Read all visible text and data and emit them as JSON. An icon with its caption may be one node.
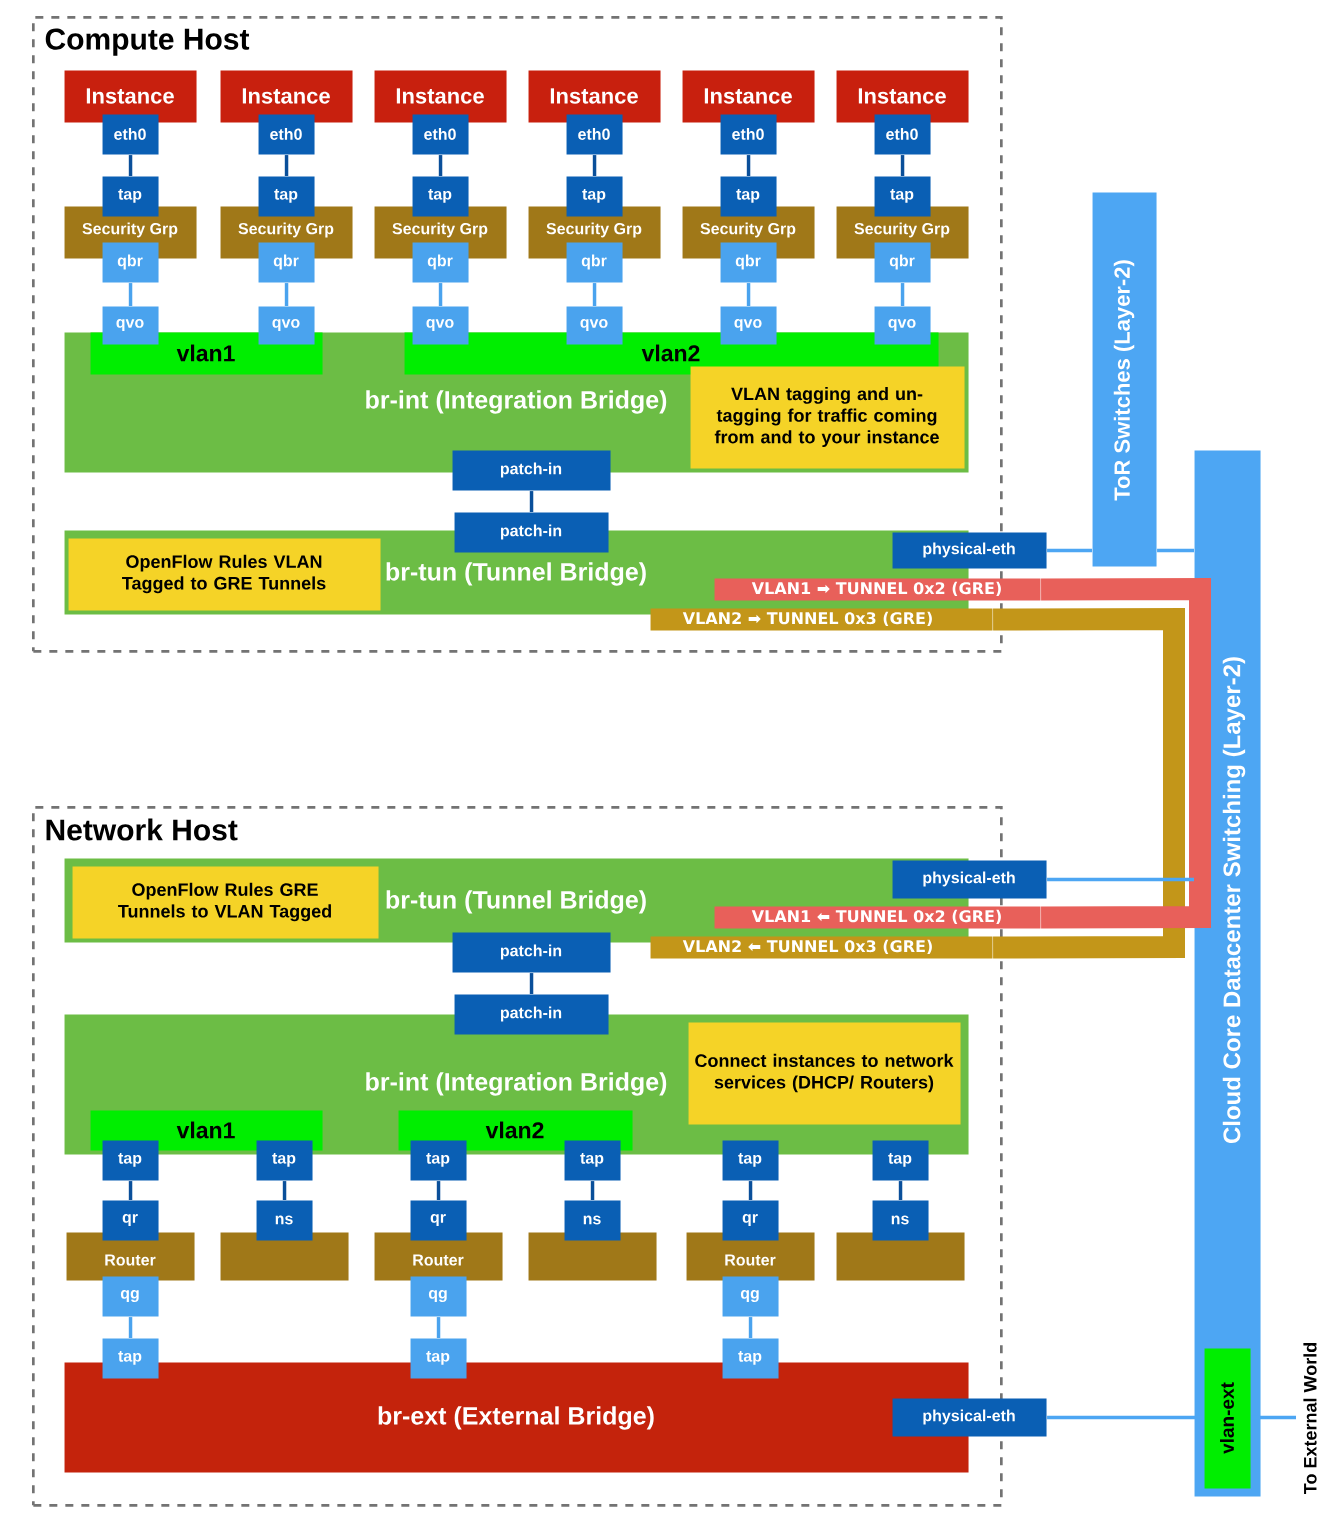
{
  "diagram": {
    "nodes": [
      {
        "text": [
          "Compute Host"
        ]
      },
      {
        "text": [
          "Instance"
        ],
        "in": 0
      },
      {
        "text": [
          "Instance"
        ],
        "in": 0
      },
      {
        "text": [
          "Instance"
        ],
        "in": 0
      },
      {
        "text": [
          "Instance"
        ],
        "in": 0
      },
      {
        "text": [
          "Instance"
        ],
        "in": 0
      },
      {
        "text": [
          "Instance"
        ],
        "in": 0
      },
      {
        "text": [
          "eth0"
        ],
        "in": 0
      },
      {
        "text": [
          "eth0"
        ],
        "in": 0
      },
      {
        "text": [
          "eth0"
        ],
        "in": 0
      },
      {
        "text": [
          "eth0"
        ],
        "in": 0
      },
      {
        "text": [
          "eth0"
        ],
        "in": 0
      },
      {
        "text": [
          "eth0"
        ],
        "in": 0
      },
      {
        "text": [
          "tap"
        ],
        "in": 0
      },
      {
        "text": [
          "tap"
        ],
        "in": 0
      },
      {
        "text": [
          "tap"
        ],
        "in": 0
      },
      {
        "text": [
          "tap"
        ],
        "in": 0
      },
      {
        "text": [
          "tap"
        ],
        "in": 0
      },
      {
        "text": [
          "tap"
        ],
        "in": 0
      },
      {
        "text": [
          "Security Grp"
        ],
        "in": 0
      },
      {
        "text": [
          "Security Grp"
        ],
        "in": 0
      },
      {
        "text": [
          "Security Grp"
        ],
        "in": 0
      },
      {
        "text": [
          "Security Grp"
        ],
        "in": 0
      },
      {
        "text": [
          "Security Grp"
        ],
        "in": 0
      },
      {
        "text": [
          "Security Grp"
        ],
        "in": 0
      },
      {
        "text": [
          "qbr"
        ],
        "in": 0
      },
      {
        "text": [
          "qbr"
        ],
        "in": 0
      },
      {
        "text": [
          "qbr"
        ],
        "in": 0
      },
      {
        "text": [
          "qbr"
        ],
        "in": 0
      },
      {
        "text": [
          "qbr"
        ],
        "in": 0
      },
      {
        "text": [
          "qbr"
        ],
        "in": 0
      },
      {
        "text": [
          "qvo"
        ],
        "in": 0
      },
      {
        "text": [
          "qvo"
        ],
        "in": 0
      },
      {
        "text": [
          "qvo"
        ],
        "in": 0
      },
      {
        "text": [
          "qvo"
        ],
        "in": 0
      },
      {
        "text": [
          "qvo"
        ],
        "in": 0
      },
      {
        "text": [
          "qvo"
        ],
        "in": 0
      },
      {
        "text": [
          "br-int (Integration Bridge)"
        ],
        "in": 0
      },
      {
        "text": [
          "vlan1"
        ],
        "in": 37
      },
      {
        "text": [
          "vlan2"
        ],
        "in": 37
      },
      {
        "text": [
          "VLAN tagging and un-tagging for traffic coming from and to your instance"
        ],
        "in": 37
      },
      {
        "text": [
          "patch-in"
        ],
        "in": 0
      },
      {
        "text": [
          "patch-in"
        ],
        "in": 0
      },
      {
        "text": [
          "br-tun (Tunnel Bridge)"
        ],
        "in": 0
      },
      {
        "text": [
          "OpenFlow Rules VLAN Tagged to GRE Tunnels"
        ],
        "in": 43
      },
      {
        "text": [
          "physical-eth"
        ]
      },
      {
        "text": [
          "VLAN1 ➡ TUNNEL 0x2 (GRE)"
        ]
      },
      {
        "text": [
          "VLAN2 ➡ TUNNEL 0x3 (GRE)"
        ],
        "in": 0
      },
      {
        "text": [
          "Network Host"
        ]
      },
      {
        "text": [
          "br-tun (Tunnel Bridge)"
        ],
        "in": 48
      },
      {
        "text": [
          "OpenFlow Rules GRE Tunnels to VLAN Tagged"
        ],
        "in": 49
      },
      {
        "text": [
          "physical-eth"
        ]
      },
      {
        "text": [
          "VLAN1 ⬅ TUNNEL 0x2 (GRE)"
        ]
      },
      {
        "text": [
          "VLAN2 ⬅ TUNNEL 0x3 (GRE)"
        ],
        "in": 48
      },
      {
        "text": [
          "patch-in"
        ],
        "in": 48
      },
      {
        "text": [
          "patch-in"
        ],
        "in": 48
      },
      {
        "text": [
          "br-int (Integration Bridge)"
        ],
        "in": 48
      },
      {
        "text": [
          "Connect instances to network services (DHCP/ Routers)"
        ],
        "in": 56
      },
      {
        "text": [
          "vlan1"
        ],
        "in": 56
      },
      {
        "text": [
          "vlan2"
        ],
        "in": 56
      },
      {
        "text": [
          "tap"
        ],
        "in": 48
      },
      {
        "text": [
          "tap"
        ],
        "in": 48
      },
      {
        "text": [
          "tap"
        ],
        "in": 48
      },
      {
        "text": [
          "tap"
        ],
        "in": 48
      },
      {
        "text": [
          "tap"
        ],
        "in": 48
      },
      {
        "text": [
          "tap"
        ],
        "in": 48
      },
      {
        "text": [
          "qr"
        ],
        "in": 48
      },
      {
        "text": [
          "ns"
        ],
        "in": 48
      },
      {
        "text": [
          "qr"
        ],
        "in": 48
      },
      {
        "text": [
          "ns"
        ],
        "in": 48
      },
      {
        "text": [
          "qr"
        ],
        "in": 48
      },
      {
        "text": [
          "ns"
        ],
        "in": 48
      },
      {
        "text": [
          "Router"
        ],
        "in": 48
      },
      {
        "text": [],
        "shape": "box",
        "in": 48
      },
      {
        "text": [
          "Router"
        ],
        "in": 48
      },
      {
        "text": [],
        "shape": "box",
        "in": 48
      },
      {
        "text": [
          "Router"
        ],
        "in": 48
      },
      {
        "text": [],
        "shape": "box",
        "in": 48
      },
      {
        "text": [
          "qg"
        ],
        "in": 48
      },
      {
        "text": [
          "qg"
        ],
        "in": 48
      },
      {
        "text": [
          "qg"
        ],
        "in": 48
      },
      {
        "text": [
          "tap"
        ],
        "in": 48
      },
      {
        "text": [
          "tap"
        ],
        "in": 48
      },
      {
        "text": [
          "tap"
        ],
        "in": 48
      },
      {
        "text": [
          "br-ext (External Bridge)"
        ],
        "in": 48
      },
      {
        "text": [
          "physical-eth"
        ]
      },
      {
        "text": [
          "ToR Switches (Layer-2)"
        ]
      },
      {
        "text": [
          "Cloud Core Datacenter Switching (Layer-2)"
        ]
      },
      {
        "text": [
          "vlan-ext"
        ],
        "in": 87
      },
      {
        "text": [
          "To External World"
        ]
      }
    ],
    "edges": [
      {
        "from": 7,
        "to": 13,
        "arrow": "none"
      },
      {
        "from": 8,
        "to": 14,
        "arrow": "none"
      },
      {
        "from": 9,
        "to": 15,
        "arrow": "none"
      },
      {
        "from": 10,
        "to": 16,
        "arrow": "none"
      },
      {
        "from": 11,
        "to": 17,
        "arrow": "none"
      },
      {
        "from": 12,
        "to": 18,
        "arrow": "none"
      },
      {
        "from": 25,
        "to": 31,
        "arrow": "none",
        "color": "#4aa3ee"
      },
      {
        "from": 26,
        "to": 32,
        "arrow": "none",
        "color": "#4aa3ee"
      },
      {
        "from": 27,
        "to": 33,
        "arrow": "none",
        "color": "#4aa3ee"
      },
      {
        "from": 28,
        "to": 34,
        "arrow": "none",
        "color": "#4aa3ee"
      },
      {
        "from": 29,
        "to": 35,
        "arrow": "none",
        "color": "#4aa3ee"
      },
      {
        "from": 30,
        "to": 36,
        "arrow": "none",
        "color": "#4aa3ee"
      },
      {
        "from": 41,
        "to": 42,
        "arrow": "none"
      },
      {
        "from": 45,
        "to": 86,
        "arrow": "none",
        "color": "#4da6f3"
      },
      {
        "from": 86,
        "to": 87,
        "arrow": "none",
        "color": "#4da6f3"
      },
      {
        "from": 46,
        "to": 52,
        "arrow": "none",
        "style": "thick",
        "color": "#e8605a"
      },
      {
        "from": 47,
        "to": 53,
        "arrow": "none",
        "style": "thick",
        "color": "#c39619"
      },
      {
        "from": 51,
        "to": 87,
        "arrow": "none",
        "color": "#4da6f3"
      },
      {
        "from": 54,
        "to": 55,
        "arrow": "none"
      },
      {
        "from": 60,
        "to": 66,
        "arrow": "none"
      },
      {
        "from": 61,
        "to": 67,
        "arrow": "none"
      },
      {
        "from": 62,
        "to": 68,
        "arrow": "none"
      },
      {
        "from": 63,
        "to": 69,
        "arrow": "none"
      },
      {
        "from": 64,
        "to": 70,
        "arrow": "none"
      },
      {
        "from": 65,
        "to": 71,
        "arrow": "none"
      },
      {
        "from": 78,
        "to": 81,
        "arrow": "none",
        "color": "#4aa3ee"
      },
      {
        "from": 79,
        "to": 82,
        "arrow": "none",
        "color": "#4aa3ee"
      },
      {
        "from": 80,
        "to": 83,
        "arrow": "none",
        "color": "#4aa3ee"
      },
      {
        "from": 85,
        "to": 88,
        "arrow": "none",
        "color": "#4da6f3"
      },
      {
        "from": 88,
        "to": 89,
        "arrow": "none",
        "color": "#4da6f3"
      }
    ]
  }
}
